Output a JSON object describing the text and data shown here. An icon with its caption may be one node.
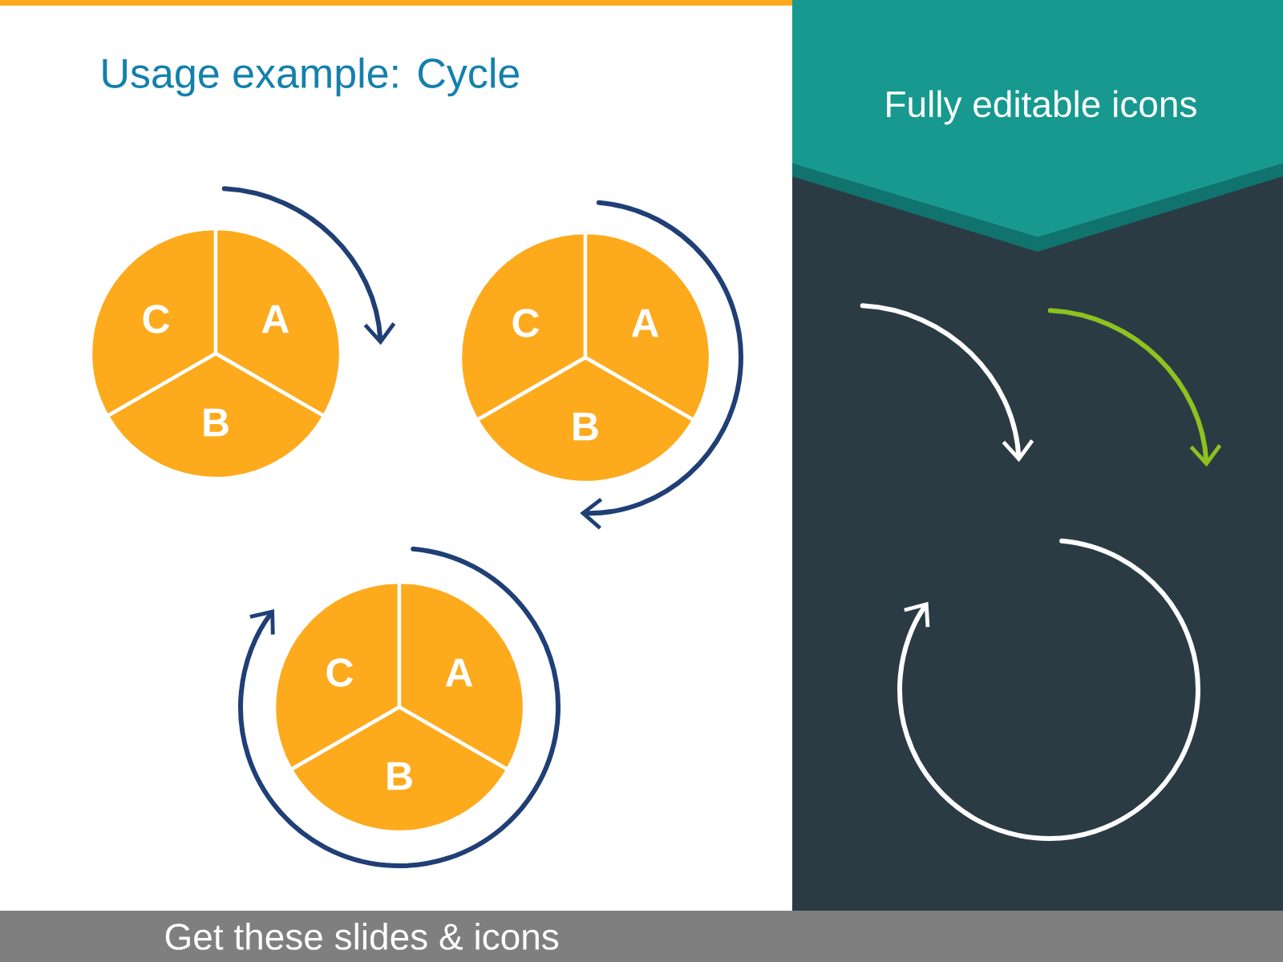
{
  "diagram": {
    "title": "Usage example: Cycle",
    "nodes": [
      {
        "text": [
          "Fully editable icons"
        ]
      },
      {
        "text": [
          "C"
        ]
      },
      {
        "text": [
          "A"
        ]
      },
      {
        "text": [
          "B"
        ]
      },
      {
        "text": [
          "C"
        ]
      },
      {
        "text": [
          "A"
        ]
      },
      {
        "text": [
          "B"
        ]
      },
      {
        "text": [
          "C"
        ]
      },
      {
        "text": [
          "A"
        ]
      },
      {
        "text": [
          "B"
        ]
      },
      {
        "text": [
          "Get these slides & icons"
        ]
      }
    ]
  }
}
